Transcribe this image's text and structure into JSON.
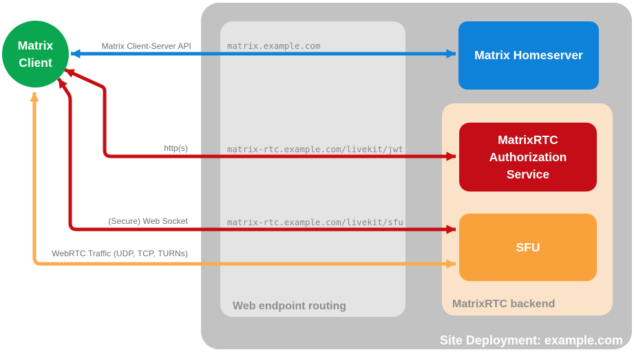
{
  "title": "Site Deployment: example.com",
  "colors": {
    "outer_box": "#c2c2c2",
    "routing_box": "#e4e4e4",
    "backend_box": "#fbe3c9",
    "client_green": "#0ba750",
    "homeserver_blue": "#0e82d8",
    "auth_red": "#c40d16",
    "sfu_orange": "#f9a23b",
    "arrow_blue": "#0e82d8",
    "arrow_red": "#c80d12",
    "arrow_orange": "#fbac4f"
  },
  "nodes": {
    "client": {
      "label": "Matrix Client"
    },
    "homeserver": {
      "label": "Matrix Homeserver"
    },
    "auth": {
      "label": "MatrixRTC Authorization Service"
    },
    "sfu": {
      "label": "SFU"
    }
  },
  "containers": {
    "site": {
      "label": "Site Deployment: example.com"
    },
    "routing": {
      "label": "Web endpoint routing"
    },
    "backend": {
      "label": "MatrixRTC backend"
    }
  },
  "flows": [
    {
      "label": "Matrix Client-Server API",
      "endpoint": "matrix.example.com",
      "protocol_color": "blue"
    },
    {
      "label": "http(s)",
      "endpoint": "matrix-rtc.example.com/livekit/jwt",
      "protocol_color": "red"
    },
    {
      "label": "(Secure) Web Socket",
      "endpoint": "matrix-rtc.example.com/livekit/sfu",
      "protocol_color": "red"
    },
    {
      "label": "WebRTC Traffic (UDP, TCP, TURNs)",
      "endpoint": "",
      "protocol_color": "orange"
    }
  ]
}
